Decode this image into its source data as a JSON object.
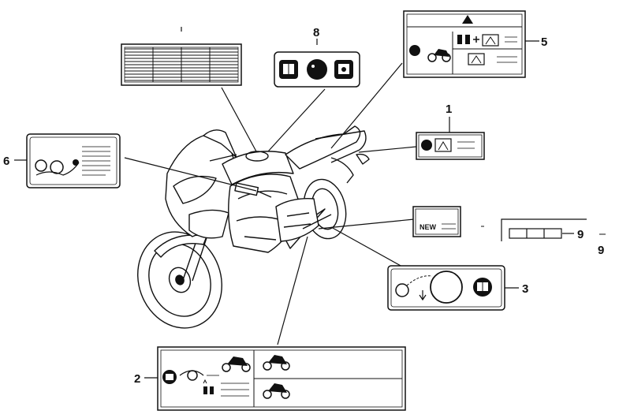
{
  "callouts": {
    "c1": "1",
    "c2": "2",
    "c3": "3",
    "c5": "5",
    "c6": "6",
    "c8": "8",
    "c9a": "9",
    "c9b": "9"
  },
  "labels": {
    "new_tag": "NEW"
  },
  "colors": {
    "line": "#111111",
    "paper": "#ffffff",
    "fill_dark": "#1a1a1a"
  }
}
